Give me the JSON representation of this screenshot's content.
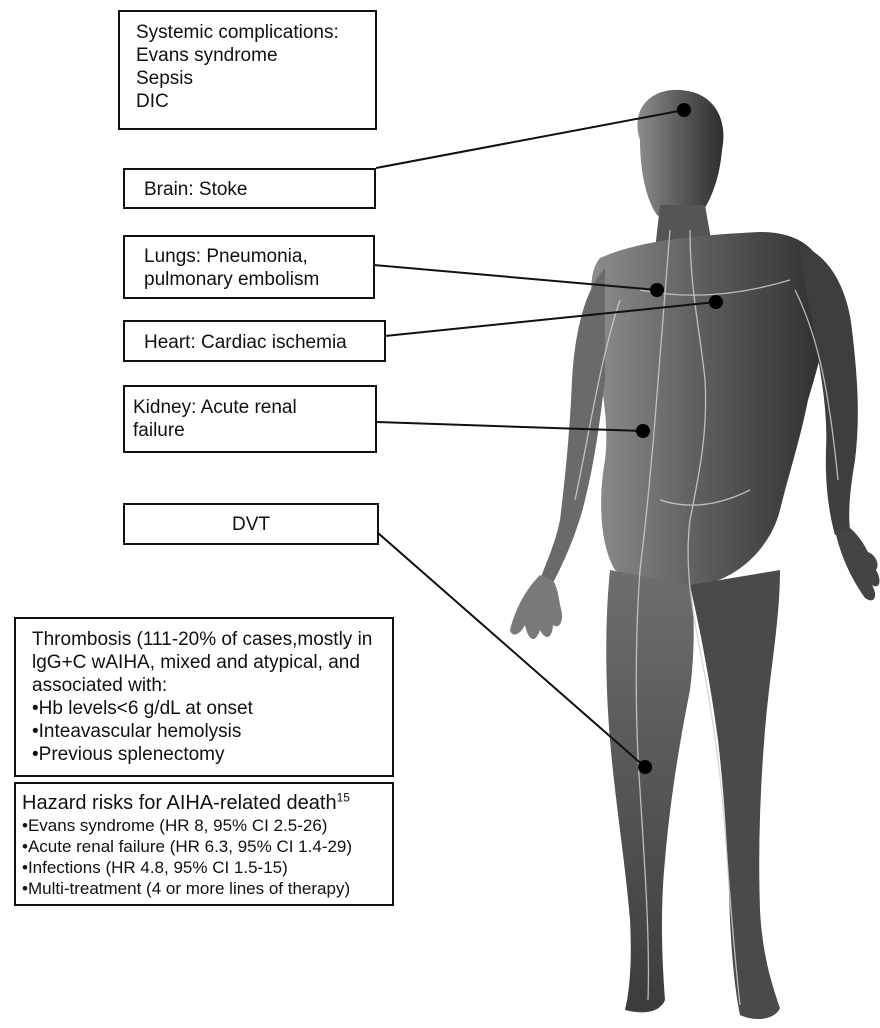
{
  "boxes": {
    "systemic": [
      "Systemic complications:",
      "Evans syndrome",
      "Sepsis",
      "DIC"
    ],
    "brain": "Brain: Stoke",
    "lungs": [
      "Lungs: Pneumonia,",
      "pulmonary embolism"
    ],
    "heart": "Heart: Cardiac ischemia",
    "kidney": [
      "Kidney: Acute renal",
      "failure"
    ],
    "dvt": "DVT",
    "thrombosis": [
      "Thrombosis (111-20% of cases,mostly in",
      "lgG+C wAIHA, mixed and atypical, and",
      "associated with:",
      "•Hb levels<6 g/dL at onset",
      "•Inteavascular hemolysis",
      "•Previous splenectomy"
    ],
    "hazard": {
      "title": "Hazard risks for AIHA-related death",
      "ref": "15",
      "items": [
        "•Evans syndrome (HR 8, 95% CI 2.5-26)",
        "•Acute renal failure (HR 6.3, 95% CI 1.4-29)",
        "•Infections (HR 4.8, 95% CI 1.5-15)",
        "•Multi-treatment (4 or more lines of therapy)"
      ]
    }
  },
  "colors": {
    "line": "#111111",
    "body_dark": "#3a3a3a",
    "body_light": "#9a9a9a",
    "vessel": "#cfcfcf"
  }
}
